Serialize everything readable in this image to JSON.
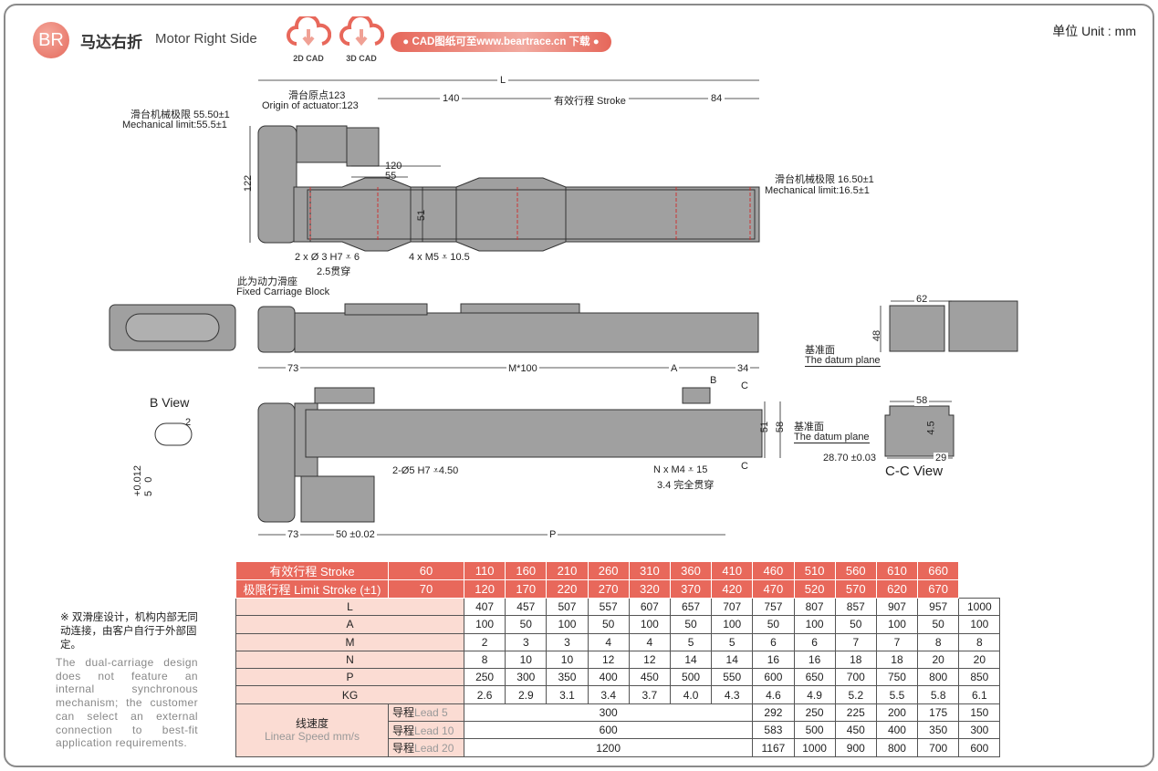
{
  "header": {
    "badge": "BR",
    "title_cn": "马达右折",
    "title_en": "Motor Right Side",
    "cad2d": "2D CAD",
    "cad3d": "3D CAD",
    "download": "● CAD图纸可至www.beartrace.cn 下载 ●",
    "unit": "单位  Unit : mm",
    "accent": "#e8685b"
  },
  "drawing": {
    "L": "L",
    "d140": "140",
    "stroke": "有效行程 Stroke",
    "d84": "84",
    "origin_cn": "滑台原点123",
    "origin_en": "Origin of actuator:123",
    "mech_left_cn": "滑台机械极限 55.50±1",
    "mech_left_en": "Mechanical limit:55.5±1",
    "mech_right_cn": "滑台机械极限 16.50±1",
    "mech_right_en": "Mechanical limit:16.5±1",
    "d120": "120",
    "d55": "55",
    "d122": "122",
    "d51": "51",
    "hole1": "2 x Ø 3 H7 ⩡ 6",
    "hole1b": "2.5贯穿",
    "hole2": "4 x M5 ⩡ 10.5",
    "fixed_cn": "此为动力滑座",
    "fixed_en": "Fixed Carriage Block",
    "d73a": "73",
    "m100": "M*100",
    "A": "A",
    "d34": "34",
    "B": "B",
    "C1": "C",
    "C2": "C",
    "d51b": "51",
    "d58b": "58",
    "hole3": "2-Ø5 H7 ⩡4.50",
    "hole4": "N x M4 ⩡ 15",
    "hole4b": "3.4 完全贯穿",
    "d73b": "73",
    "d50": "50 ±0.02",
    "P": "P",
    "bview": "B View",
    "d2": "2",
    "tol": "+0.012\n5   0",
    "d62": "62",
    "d48": "48",
    "datum1_cn": "基准面",
    "datum1_en": "The datum plane",
    "d58c": "58",
    "d45": "4.5",
    "datum2_cn": "基准面",
    "datum2_en": "The datum plane",
    "d2870": "28.70 ±0.03",
    "d29": "29",
    "ccview": "C-C View"
  },
  "table": {
    "stroke_label": "有效行程  Stroke",
    "stroke": [
      "60",
      "110",
      "160",
      "210",
      "260",
      "310",
      "360",
      "410",
      "460",
      "510",
      "560",
      "610",
      "660"
    ],
    "limit_label": "极限行程  Limit Stroke (±1)",
    "limit": [
      "70",
      "120",
      "170",
      "220",
      "270",
      "320",
      "370",
      "420",
      "470",
      "520",
      "570",
      "620",
      "670"
    ],
    "rows": [
      {
        "label": "L",
        "values": [
          "407",
          "457",
          "507",
          "557",
          "607",
          "657",
          "707",
          "757",
          "807",
          "857",
          "907",
          "957",
          "1000"
        ]
      },
      {
        "label": "A",
        "values": [
          "100",
          "50",
          "100",
          "50",
          "100",
          "50",
          "100",
          "50",
          "100",
          "50",
          "100",
          "50",
          "100"
        ]
      },
      {
        "label": "M",
        "values": [
          "2",
          "3",
          "3",
          "4",
          "4",
          "5",
          "5",
          "6",
          "6",
          "7",
          "7",
          "8",
          "8"
        ]
      },
      {
        "label": "N",
        "values": [
          "8",
          "10",
          "10",
          "12",
          "12",
          "14",
          "14",
          "16",
          "16",
          "18",
          "18",
          "20",
          "20"
        ]
      },
      {
        "label": "P",
        "values": [
          "250",
          "300",
          "350",
          "400",
          "450",
          "500",
          "550",
          "600",
          "650",
          "700",
          "750",
          "800",
          "850"
        ]
      },
      {
        "label": "KG",
        "values": [
          "2.6",
          "2.9",
          "3.1",
          "3.4",
          "3.7",
          "4.0",
          "4.3",
          "4.6",
          "4.9",
          "5.2",
          "5.5",
          "5.8",
          "6.1"
        ]
      }
    ],
    "speed_cn": "线速度",
    "speed_en": "Linear Speed mm/s",
    "speed": [
      {
        "lead_cn": "导程",
        "lead_en": "Lead 5",
        "merged": "300",
        "values": [
          "292",
          "250",
          "225",
          "200",
          "175",
          "150"
        ]
      },
      {
        "lead_cn": "导程",
        "lead_en": "Lead 10",
        "merged": "600",
        "values": [
          "583",
          "500",
          "450",
          "400",
          "350",
          "300"
        ]
      },
      {
        "lead_cn": "导程",
        "lead_en": "Lead 20",
        "merged": "1200",
        "values": [
          "1167",
          "1000",
          "900",
          "800",
          "700",
          "600"
        ]
      }
    ]
  },
  "notes": {
    "cn": "※ 双滑座设计，机构内部无同动连接，由客户自行于外部固定。",
    "en": "The dual-carriage design does not feature an internal synchronous mechanism; the customer can select an external connection to best-fit application requirements."
  }
}
